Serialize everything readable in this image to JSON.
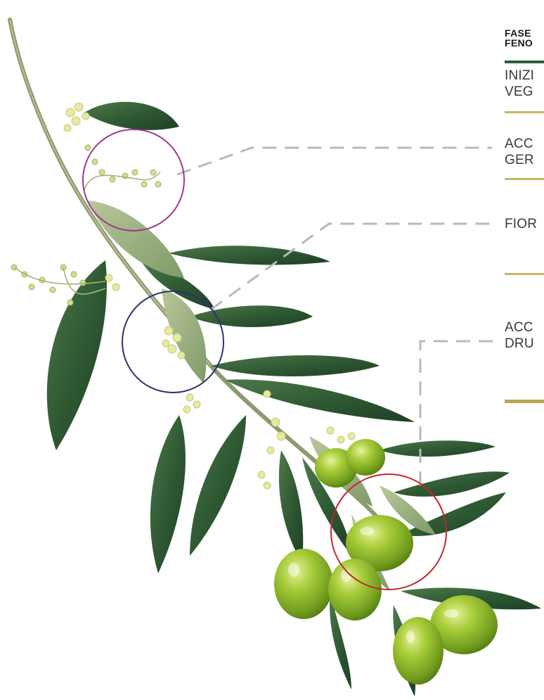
{
  "header": {
    "line1": "FASE",
    "line2": "FENO"
  },
  "phases": [
    {
      "line1": "INIZI",
      "line2": "VEG"
    },
    {
      "line1": "ACC",
      "line2": "GER"
    },
    {
      "line1": "FIOR",
      "line2": ""
    },
    {
      "line1": "ACC",
      "line2": "DRU"
    }
  ],
  "colors": {
    "header_rule": "#2f5a3c",
    "divider": "#c8b764",
    "callout_line": "#b9b9b9",
    "circle_germ": "#9b3a8c",
    "circle_flower": "#2e3170",
    "circle_drupe": "#c0272d"
  }
}
